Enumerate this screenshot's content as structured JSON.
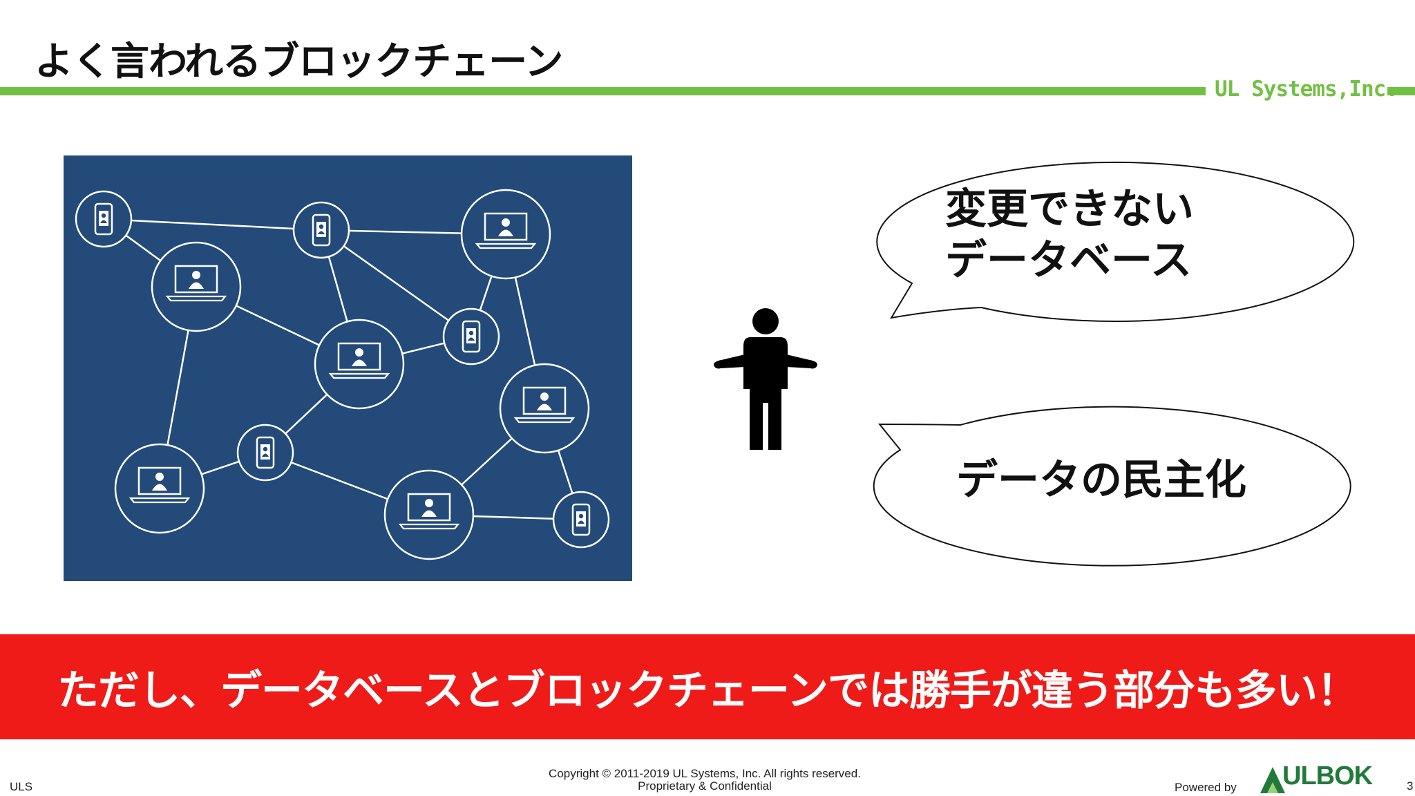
{
  "slide": {
    "title": "よく言われるブロックチェーン",
    "logo": "UL Systems,Inc.",
    "bubbles": [
      {
        "line1": "変更できない",
        "line2": "データベース"
      },
      {
        "line1": "データの民主化"
      }
    ],
    "banner": "ただし、データベースとブロックチェーンでは勝手が違う部分も多い！",
    "colors": {
      "accent_green": "#72c043",
      "banner_red": "#ee1b18",
      "network_bg": "#234a79"
    }
  },
  "network": {
    "nodes": [
      {
        "icon": "phone-icon"
      },
      {
        "icon": "phone-icon"
      },
      {
        "icon": "laptop-icon"
      },
      {
        "icon": "laptop-icon"
      },
      {
        "icon": "phone-icon"
      },
      {
        "icon": "laptop-icon"
      },
      {
        "icon": "laptop-icon"
      },
      {
        "icon": "phone-icon"
      },
      {
        "icon": "laptop-icon"
      },
      {
        "icon": "laptop-icon"
      },
      {
        "icon": "phone-icon"
      }
    ]
  },
  "footer": {
    "left": "ULS",
    "copyright": "Copyright © 2011-2019 UL Systems, Inc.  All rights reserved.",
    "confidential": "Proprietary & Confidential",
    "powered_by": "Powered by",
    "brand": "ULBOK",
    "page": "3"
  }
}
